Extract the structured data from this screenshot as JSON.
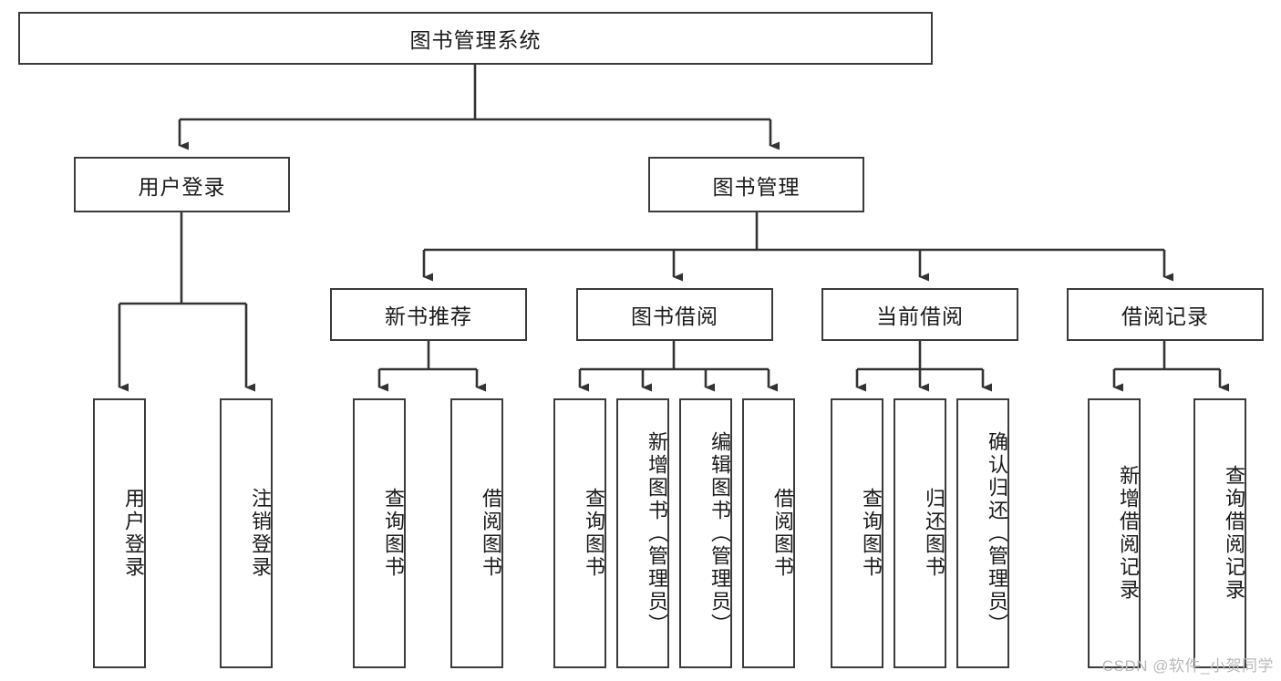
{
  "diagram": {
    "type": "tree",
    "title": "图书管理系统",
    "watermark": "CSDN @软件_小贺同学",
    "colors": {
      "box_border": "#3b3b3b",
      "box_fill": "#ffffff",
      "connector": "#333333",
      "text": "#1a1a1a",
      "watermark": "#b9b9b9"
    },
    "nodes": {
      "root": {
        "label": "图书管理系统",
        "orientation": "horizontal"
      },
      "level2": [
        {
          "label": "用户登录",
          "orientation": "horizontal"
        },
        {
          "label": "图书管理",
          "orientation": "horizontal"
        }
      ],
      "level3": [
        {
          "label": "新书推荐",
          "orientation": "horizontal"
        },
        {
          "label": "图书借阅",
          "orientation": "horizontal"
        },
        {
          "label": "当前借阅",
          "orientation": "horizontal"
        },
        {
          "label": "借阅记录",
          "orientation": "horizontal"
        }
      ],
      "leaves_user_login": [
        {
          "label": "用户登录",
          "orientation": "vertical"
        },
        {
          "label": "注销登录",
          "orientation": "vertical"
        }
      ],
      "leaves_new_book": [
        {
          "label": "查询图书",
          "orientation": "vertical"
        },
        {
          "label": "借阅图书",
          "orientation": "vertical"
        }
      ],
      "leaves_borrow": [
        {
          "label": "查询图书",
          "orientation": "vertical"
        },
        {
          "label": "新增图书（管理员）",
          "orientation": "vertical"
        },
        {
          "label": "编辑图书（管理员）",
          "orientation": "vertical"
        },
        {
          "label": "借阅图书",
          "orientation": "vertical"
        }
      ],
      "leaves_current": [
        {
          "label": "查询图书",
          "orientation": "vertical"
        },
        {
          "label": "归还图书",
          "orientation": "vertical"
        },
        {
          "label": "确认归还（管理员）",
          "orientation": "vertical"
        }
      ],
      "leaves_records": [
        {
          "label": "新增借阅记录",
          "orientation": "vertical"
        },
        {
          "label": "查询借阅记录",
          "orientation": "vertical"
        }
      ]
    }
  }
}
